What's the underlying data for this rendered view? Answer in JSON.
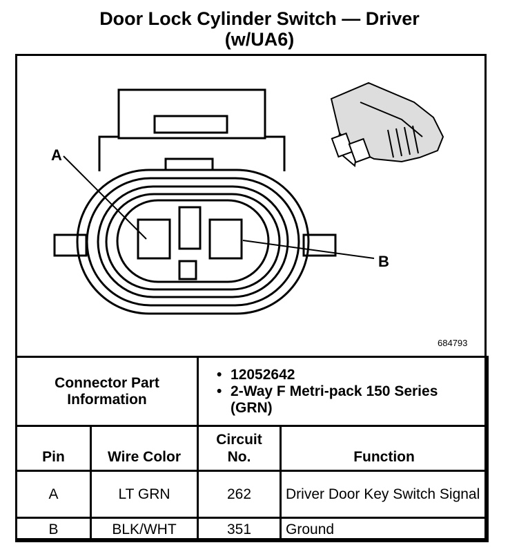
{
  "title": {
    "line1": "Door Lock Cylinder Switch — Driver",
    "line2": "(w/UA6)"
  },
  "diagram": {
    "pin_labels": [
      "A",
      "B"
    ],
    "part_number": "684793"
  },
  "connector_info": {
    "label": "Connector Part Information",
    "items": [
      "12052642",
      "2-Way F Metri-pack 150 Series (GRN)"
    ]
  },
  "pin_table": {
    "headers": {
      "pin": "Pin",
      "wire_color": "Wire Color",
      "circuit_no": "Circuit No.",
      "function": "Function"
    },
    "rows": [
      {
        "pin": "A",
        "wire_color": "LT GRN",
        "circuit": "262",
        "function": "Driver Door Key Switch Signal"
      },
      {
        "pin": "B",
        "wire_color": "BLK/WHT",
        "circuit": "351",
        "function": "Ground"
      }
    ]
  }
}
